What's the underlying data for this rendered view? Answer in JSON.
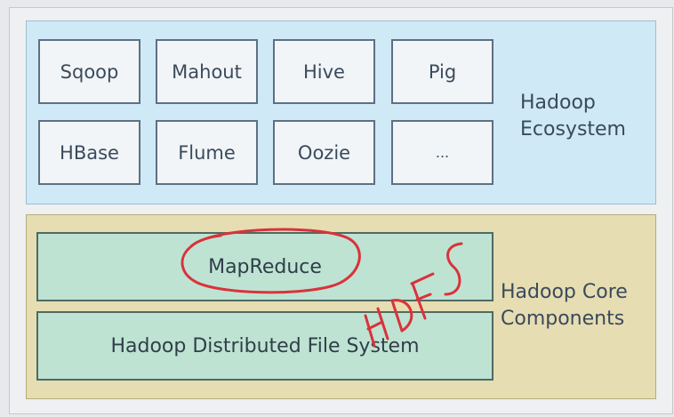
{
  "ecosystem": {
    "label_lines": [
      "Hadoop",
      "Ecosystem"
    ],
    "tools": [
      "Sqoop",
      "Mahout",
      "Hive",
      "Pig",
      "HBase",
      "Flume",
      "Oozie",
      "..."
    ]
  },
  "core": {
    "label_lines": [
      "Hadoop Core",
      "Components"
    ],
    "mapreduce_label": "MapReduce",
    "hdfs_label": "Hadoop Distributed File System"
  },
  "annotation": {
    "handwritten_text": "HDFS",
    "ink_color": "#d8333b"
  }
}
